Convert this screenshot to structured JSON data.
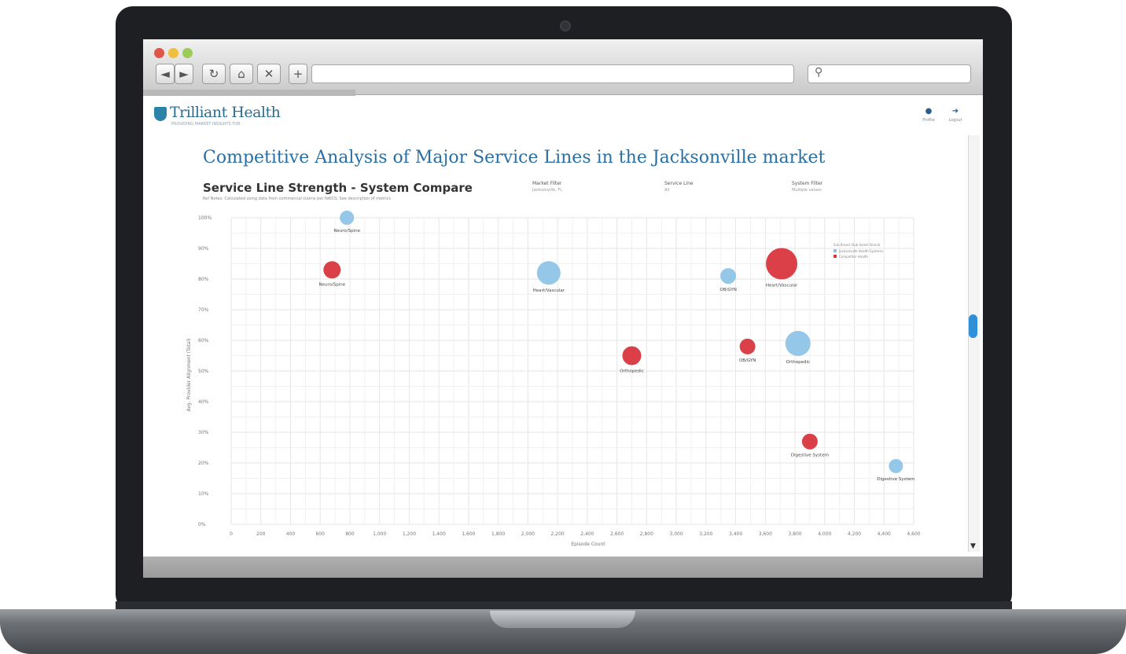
{
  "page": {
    "heading": "Competitive Analysis of Major Service Lines in the Jacksonville market"
  },
  "app": {
    "brand": "Trilliant Health",
    "tagline": "PROVIDING MARKET INSIGHTS FOR",
    "header_icons": [
      {
        "icon": "user-icon",
        "label": "Profile"
      },
      {
        "icon": "logout-icon",
        "label": "Logout"
      }
    ]
  },
  "browser": {
    "nav_buttons": [
      {
        "icon": "back-arrow-icon",
        "glyph": "◄"
      },
      {
        "icon": "forward-arrow-icon",
        "glyph": "►"
      },
      {
        "icon": "reload-icon",
        "glyph": "↻"
      },
      {
        "icon": "home-icon",
        "glyph": "⌂"
      },
      {
        "icon": "close-icon",
        "glyph": "✕"
      },
      {
        "icon": "new-tab-icon",
        "glyph": "+"
      }
    ],
    "search_glyph": "⚲"
  },
  "dashboard": {
    "title": "Service Line Strength - System Compare",
    "note": "Ref Notes: Calculated using data from commercial claims per NAICS; See description of metrics",
    "filters": [
      {
        "label": "Market Filter",
        "value": "Jacksonville, FL"
      },
      {
        "label": "Service Line",
        "value": "All"
      },
      {
        "label": "System Filter",
        "value": "Multiple values"
      }
    ],
    "legend_title": "Sub Brand (Sub Select Brand)",
    "legend": [
      {
        "name": "Jacksonville Health Systems",
        "color": "#8fc4e8"
      },
      {
        "name": "Competitor Health",
        "color": "#d9363e"
      }
    ]
  },
  "chart_data": {
    "type": "scatter",
    "title": "Service Line Strength - System Compare",
    "xlabel": "Episode Count",
    "ylabel": "Avg. Provider Alignment (Total)",
    "xlim": [
      0,
      4600
    ],
    "ylim": [
      0,
      1.0
    ],
    "x_ticks": [
      "0",
      "200",
      "400",
      "600",
      "800",
      "1,000",
      "1,200",
      "1,400",
      "1,600",
      "1,800",
      "2,000",
      "2,200",
      "2,400",
      "2,600",
      "2,800",
      "3,000",
      "3,200",
      "3,400",
      "3,600",
      "3,800",
      "4,000",
      "4,200",
      "4,400",
      "4,600"
    ],
    "y_ticks": [
      "0%",
      "10%",
      "20%",
      "30%",
      "40%",
      "50%",
      "60%",
      "70%",
      "80%",
      "90%",
      "100%"
    ],
    "grid": true,
    "legend_position": "top-right",
    "series": [
      {
        "name": "Jacksonville Health Systems",
        "color": "#8fc4e8",
        "points": [
          {
            "label": "Neuro/Spine",
            "x": 780,
            "y": 1.0,
            "size": 9
          },
          {
            "label": "Heart/Vascular",
            "x": 2140,
            "y": 0.82,
            "size": 15
          },
          {
            "label": "OB/GYN",
            "x": 3350,
            "y": 0.81,
            "size": 10
          },
          {
            "label": "Orthopedic",
            "x": 3820,
            "y": 0.59,
            "size": 16
          },
          {
            "label": "Digestive System",
            "x": 4480,
            "y": 0.19,
            "size": 9
          }
        ]
      },
      {
        "name": "Competitor Health",
        "color": "#d9363e",
        "points": [
          {
            "label": "Neuro/Spine",
            "x": 680,
            "y": 0.83,
            "size": 11
          },
          {
            "label": "Orthopedic",
            "x": 2700,
            "y": 0.55,
            "size": 12
          },
          {
            "label": "OB/GYN",
            "x": 3480,
            "y": 0.58,
            "size": 10
          },
          {
            "label": "Heart/Vascular",
            "x": 3710,
            "y": 0.85,
            "size": 20
          },
          {
            "label": "Digestive System",
            "x": 3900,
            "y": 0.27,
            "size": 10
          }
        ]
      }
    ]
  }
}
